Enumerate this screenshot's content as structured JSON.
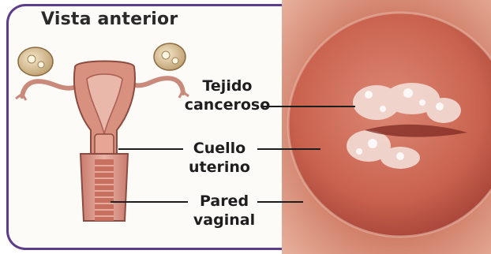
{
  "figure": {
    "title": "Vista anterior",
    "labels": {
      "tejido_l1": "Tejido",
      "tejido_l2": "canceroso",
      "cuello_l1": "Cuello",
      "cuello_l2": "uterino",
      "pared_l1": "Pared",
      "pared_l2": "vaginal"
    }
  },
  "colors": {
    "frame": "#5b3d8a",
    "tissue": "#e09a8c",
    "tissue_dark": "#b35a4e",
    "lesion": "#f3ddd6"
  }
}
